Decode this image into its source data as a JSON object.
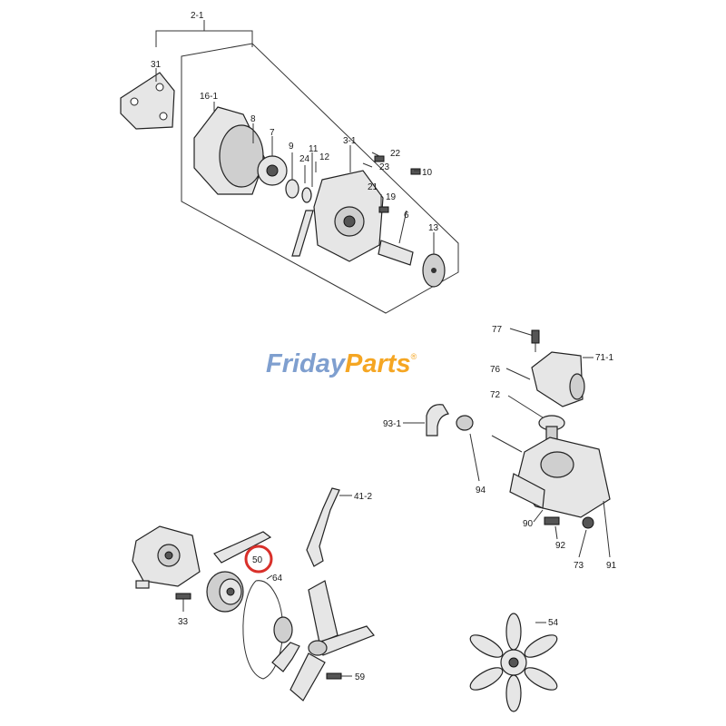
{
  "brand": {
    "name_a": "Friday",
    "name_b": "Parts",
    "mark": "®",
    "color_a": "#7f9fcf",
    "color_b": "#f5a623"
  },
  "callouts": {
    "c2_1": "2-1",
    "c31": "31",
    "c16_1": "16-1",
    "c8": "8",
    "c7": "7",
    "c9": "9",
    "c11": "11",
    "c24": "24",
    "c12": "12",
    "c3_1": "3-1",
    "c22": "22",
    "c23": "23",
    "c10": "10",
    "c21": "21",
    "c19": "19",
    "c6": "6",
    "c13": "13",
    "c77": "77",
    "c71_1": "71-1",
    "c76": "76",
    "c72": "72",
    "c93_1": "93-1",
    "c94": "94",
    "c90": "90",
    "c92": "92",
    "c73": "73",
    "c91": "91",
    "c41_2": "41-2",
    "c50": "50",
    "c64": "64",
    "c33": "33",
    "c54": "54",
    "c59": "59"
  },
  "highlight": {
    "target": "50",
    "color": "#d9302a"
  }
}
